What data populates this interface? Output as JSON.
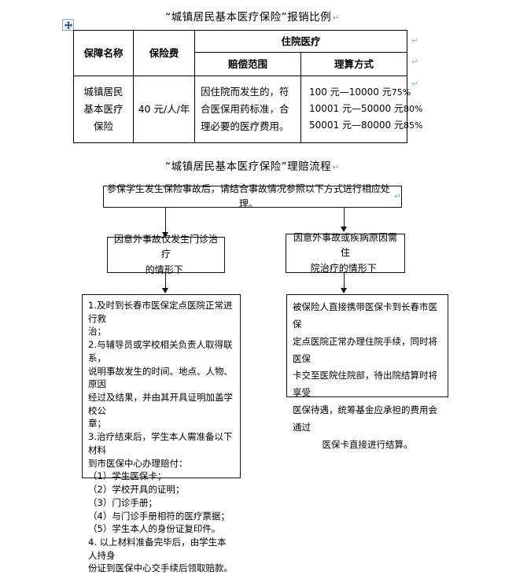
{
  "document": {
    "section1_title": "“城镇居民基本医疗保险”报销比例",
    "section2_title": "“城镇居民基本医疗保险”理赔流程",
    "paragraph_mark": "↵"
  },
  "table": {
    "handle_icon": "move-handle-icon",
    "headers": {
      "col1": "保障名称",
      "col2": "保险费",
      "group": "住院医疗",
      "col3": "赔偿范围",
      "col4": "理算方式"
    },
    "row": {
      "name_lines": [
        "城镇居民",
        "基本医疗",
        "保险"
      ],
      "fee": "40 元/人/年",
      "scope_lines": [
        "因住院而发生的，符",
        "合医保用药标准，合",
        "理必要的医疗费用。"
      ],
      "rates": [
        {
          "range": "100 元—10000 元",
          "pct": "75%"
        },
        {
          "range": "10001 元—50000 元",
          "pct": "80%"
        },
        {
          "range": "50001 元—80000 元",
          "pct": "85%"
        }
      ]
    }
  },
  "flowchart": {
    "top_box": "参保学生发生保险事故后，请结合事故情况参照以下方式进行相应处理。",
    "left_branch_lines": [
      "因意外事故仅发生门诊治疗",
      "的情形下"
    ],
    "right_branch_lines": [
      "因意外事故或疾病原因需住",
      "院治疗的情形下"
    ],
    "left_detail_lines": [
      "1.及时到长春市医保定点医院正常进行救",
      "治；",
      "2.与辅导员或学校相关负责人取得联系，",
      "说明事故发生的时间、地点、人物、原因",
      "经过及结果，并由其开具证明加盖学校公",
      "章；",
      "3.治疗结束后，学生本人需准备以下材料",
      "到市医保中心办理赔付：",
      "（1）学生医保卡；",
      "（2）学校开具的证明；",
      "（3）门诊手册；",
      "（4）与门诊手册相符的医疗票据；",
      "（5）学生本人的身份证复印件。",
      "4. 以上材料准备完毕后，由学生本人持身",
      "份证到医保中心交手续后领取赔款。"
    ],
    "right_detail_lines": [
      "被保险人直接携带医保卡到长春市医保",
      "定点医院正常办理住院手续，同时将医保",
      "卡交至医院住院部，待出院结算时将享受",
      "医保待遇，统筹基金应承担的费用会通过",
      "医保卡直接进行结算。"
    ]
  }
}
